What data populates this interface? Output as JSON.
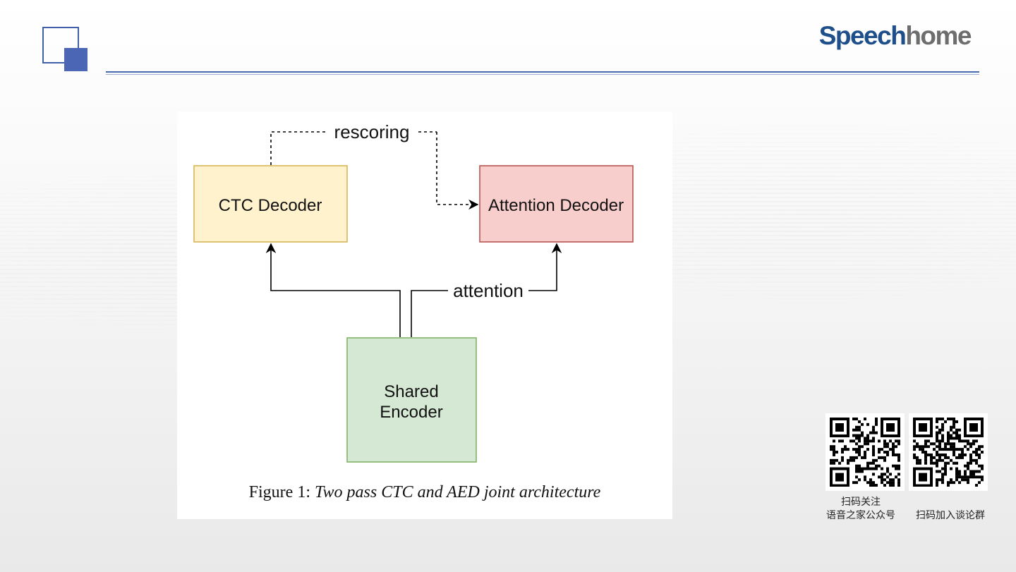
{
  "brand": {
    "part1": "Speech",
    "part2": "home"
  },
  "diagram": {
    "nodes": {
      "ctc": {
        "label": "CTC Decoder",
        "fill": "#fff2cc",
        "stroke": "#d6b656"
      },
      "attention": {
        "label": "Attention Decoder",
        "fill": "#f8cecc",
        "stroke": "#b85450"
      },
      "encoder": {
        "line1": "Shared",
        "line2": "Encoder",
        "fill": "#d5e8d4",
        "stroke": "#82b366"
      }
    },
    "edges": {
      "rescoring": "rescoring",
      "attention": "attention"
    },
    "caption": {
      "prefix": "Figure 1: ",
      "text": "Two pass CTC and AED joint architecture"
    }
  },
  "qr": {
    "left_label_line1": "扫码关注",
    "left_label_line2": "语音之家公众号",
    "right_label": "扫码加入谈论群"
  },
  "colors": {
    "accent": "#3f5fa8"
  }
}
